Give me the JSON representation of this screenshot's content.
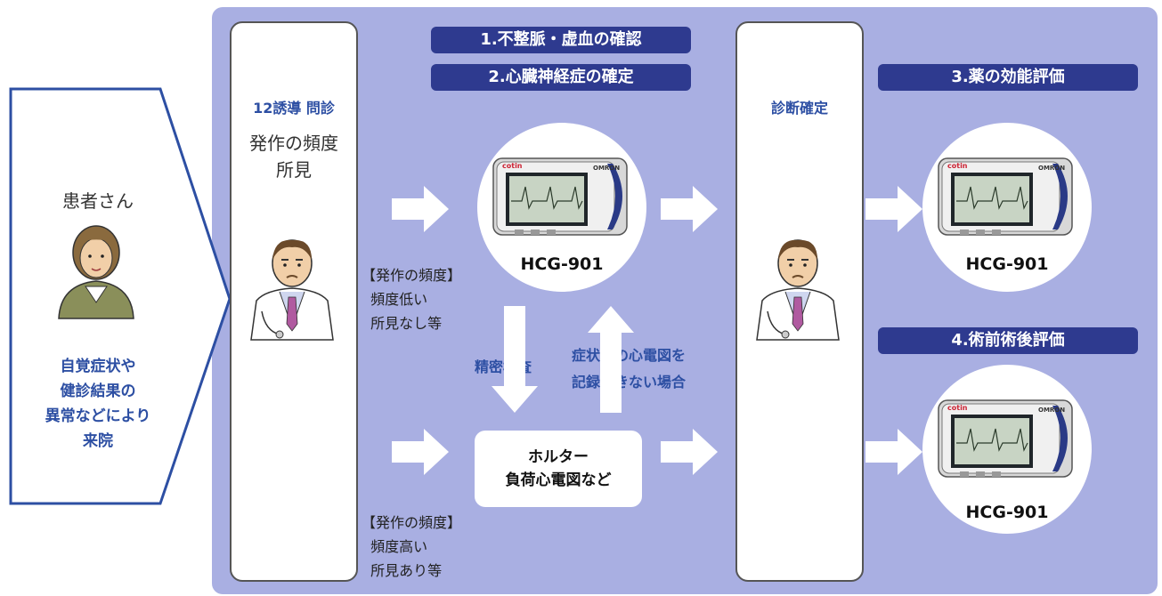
{
  "patient": {
    "title": "患者さん",
    "desc_lines": [
      "自覚症状や",
      "健診結果の",
      "異常などにより",
      "来院"
    ]
  },
  "col1": {
    "heading": "12誘導 問診",
    "lines": [
      "発作の頻度",
      "所見"
    ]
  },
  "col2": {
    "heading": "診断確定"
  },
  "banners": {
    "b1": "1.不整脈・虚血の確認",
    "b2": "2.心臓神経症の確定",
    "b3": "3.薬の効能評価",
    "b4": "4.術前術後評価"
  },
  "devices": {
    "top": "HCG-901",
    "right_top": "HCG-901",
    "right_bottom": "HCG-901"
  },
  "notes": {
    "low": "【発作の頻度】\n  頻度低い\n  所見なし等",
    "high": "【発作の頻度】\n  頻度高い\n  所見あり等"
  },
  "flow": {
    "down": "精密検査",
    "up_lines": [
      "症状時の心電図を",
      "記録できない場合"
    ]
  },
  "holter": {
    "line1": "ホルター",
    "line2": "負荷心電図など"
  },
  "colors": {
    "panel": "#a9afe2",
    "banner": "#2e3a8f",
    "accent": "#2d4fa3",
    "patient_border": "#2d4fa3"
  },
  "icons": [
    "patient-avatar-icon",
    "doctor-icon",
    "ecg-device-icon",
    "arrow-icon"
  ]
}
